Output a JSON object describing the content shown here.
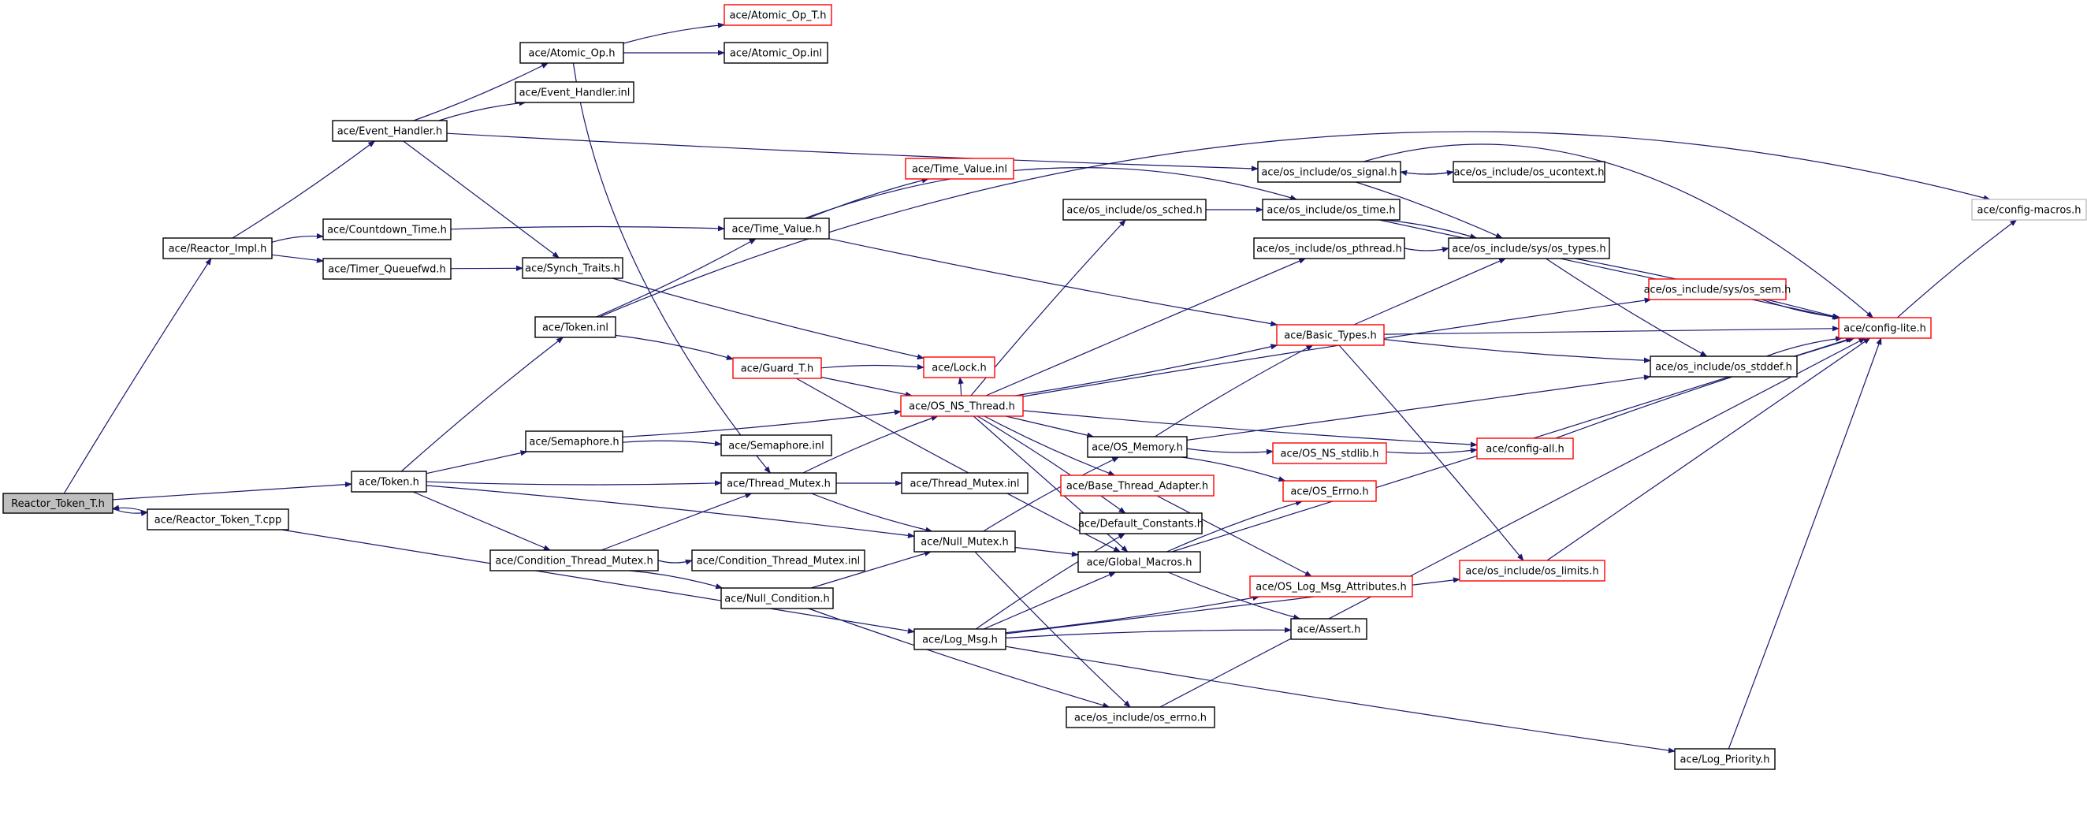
{
  "colors": {
    "edge": "#191970",
    "box_normal": "#000000",
    "box_missing": "#ff0000",
    "box_external": "#bfbfbf",
    "box_root_fill": "#bfbfbf"
  },
  "nodes": [
    {
      "id": "root",
      "label": "Reactor_Token_T.h",
      "kind": "root"
    },
    {
      "id": "rtcpp",
      "label": "ace/Reactor_Token_T.cpp",
      "kind": "normal"
    },
    {
      "id": "rimpl",
      "label": "ace/Reactor_Impl.h",
      "kind": "normal"
    },
    {
      "id": "evh",
      "label": "ace/Event_Handler.h",
      "kind": "normal"
    },
    {
      "id": "aop",
      "label": "ace/Atomic_Op.h",
      "kind": "normal"
    },
    {
      "id": "aopT",
      "label": "ace/Atomic_Op_T.h",
      "kind": "missing"
    },
    {
      "id": "aopinl",
      "label": "ace/Atomic_Op.inl",
      "kind": "normal"
    },
    {
      "id": "evhinl",
      "label": "ace/Event_Handler.inl",
      "kind": "normal"
    },
    {
      "id": "cdt",
      "label": "ace/Countdown_Time.h",
      "kind": "normal"
    },
    {
      "id": "tqf",
      "label": "ace/Timer_Queuefwd.h",
      "kind": "normal"
    },
    {
      "id": "token",
      "label": "ace/Token.h",
      "kind": "normal"
    },
    {
      "id": "tokinl",
      "label": "ace/Token.inl",
      "kind": "normal"
    },
    {
      "id": "synch",
      "label": "ace/Synch_Traits.h",
      "kind": "normal"
    },
    {
      "id": "sem",
      "label": "ace/Semaphore.h",
      "kind": "normal"
    },
    {
      "id": "ctm",
      "label": "ace/Condition_Thread_Mutex.h",
      "kind": "normal"
    },
    {
      "id": "tv",
      "label": "ace/Time_Value.h",
      "kind": "normal"
    },
    {
      "id": "tvinl",
      "label": "ace/Time_Value.inl",
      "kind": "missing"
    },
    {
      "id": "guard",
      "label": "ace/Guard_T.h",
      "kind": "missing"
    },
    {
      "id": "lock",
      "label": "ace/Lock.h",
      "kind": "missing"
    },
    {
      "id": "semi",
      "label": "ace/Semaphore.inl",
      "kind": "normal"
    },
    {
      "id": "tm",
      "label": "ace/Thread_Mutex.h",
      "kind": "normal"
    },
    {
      "id": "ctmi",
      "label": "ace/Condition_Thread_Mutex.inl",
      "kind": "normal"
    },
    {
      "id": "ncond",
      "label": "ace/Null_Condition.h",
      "kind": "normal"
    },
    {
      "id": "tmi",
      "label": "ace/Thread_Mutex.inl",
      "kind": "normal"
    },
    {
      "id": "nm",
      "label": "ace/Null_Mutex.h",
      "kind": "normal"
    },
    {
      "id": "lm",
      "label": "ace/Log_Msg.h",
      "kind": "normal"
    },
    {
      "id": "osns",
      "label": "ace/OS_NS_Thread.h",
      "kind": "missing"
    },
    {
      "id": "sched",
      "label": "ace/os_include/os_sched.h",
      "kind": "normal"
    },
    {
      "id": "osmem",
      "label": "ace/OS_Memory.h",
      "kind": "normal"
    },
    {
      "id": "bta",
      "label": "ace/Base_Thread_Adapter.h",
      "kind": "missing"
    },
    {
      "id": "dc",
      "label": "ace/Default_Constants.h",
      "kind": "normal"
    },
    {
      "id": "gm",
      "label": "ace/Global_Macros.h",
      "kind": "normal"
    },
    {
      "id": "oserrno",
      "label": "ace/os_include/os_errno.h",
      "kind": "normal"
    },
    {
      "id": "sig",
      "label": "ace/os_include/os_signal.h",
      "kind": "normal"
    },
    {
      "id": "ostime",
      "label": "ace/os_include/os_time.h",
      "kind": "normal"
    },
    {
      "id": "pth",
      "label": "ace/os_include/os_pthread.h",
      "kind": "normal"
    },
    {
      "id": "bt",
      "label": "ace/Basic_Types.h",
      "kind": "missing"
    },
    {
      "id": "stdlib",
      "label": "ace/OS_NS_stdlib.h",
      "kind": "missing"
    },
    {
      "id": "oserr",
      "label": "ace/OS_Errno.h",
      "kind": "missing"
    },
    {
      "id": "lma",
      "label": "ace/OS_Log_Msg_Attributes.h",
      "kind": "missing"
    },
    {
      "id": "assert",
      "label": "ace/Assert.h",
      "kind": "normal"
    },
    {
      "id": "lim",
      "label": "ace/os_include/os_limits.h",
      "kind": "missing"
    },
    {
      "id": "ucon",
      "label": "ace/os_include/os_ucontext.h",
      "kind": "normal"
    },
    {
      "id": "types",
      "label": "ace/os_include/sys/os_types.h",
      "kind": "normal"
    },
    {
      "id": "ossem",
      "label": "ace/os_include/sys/os_sem.h",
      "kind": "missing"
    },
    {
      "id": "stddef",
      "label": "ace/os_include/os_stddef.h",
      "kind": "normal"
    },
    {
      "id": "cfgall",
      "label": "ace/config-all.h",
      "kind": "missing"
    },
    {
      "id": "lp",
      "label": "ace/Log_Priority.h",
      "kind": "normal"
    },
    {
      "id": "cfglite",
      "label": "ace/config-lite.h",
      "kind": "missing"
    },
    {
      "id": "cfgmac",
      "label": "ace/config-macros.h",
      "kind": "external"
    }
  ],
  "edges": [
    [
      "root",
      "rimpl"
    ],
    [
      "root",
      "token"
    ],
    [
      "root",
      "rtcpp"
    ],
    [
      "rtcpp",
      "root"
    ],
    [
      "rtcpp",
      "lm"
    ],
    [
      "rimpl",
      "evh"
    ],
    [
      "rimpl",
      "cdt"
    ],
    [
      "rimpl",
      "tqf"
    ],
    [
      "evh",
      "aop"
    ],
    [
      "evh",
      "evhinl"
    ],
    [
      "evh",
      "synch"
    ],
    [
      "evh",
      "sig"
    ],
    [
      "aop",
      "aopT"
    ],
    [
      "aop",
      "aopinl"
    ],
    [
      "aop",
      "tm"
    ],
    [
      "cdt",
      "tv"
    ],
    [
      "tqf",
      "synch"
    ],
    [
      "synch",
      "lock"
    ],
    [
      "token",
      "tokinl"
    ],
    [
      "token",
      "sem"
    ],
    [
      "token",
      "tm"
    ],
    [
      "token",
      "nm"
    ],
    [
      "token",
      "ctm"
    ],
    [
      "tokinl",
      "tv"
    ],
    [
      "tokinl",
      "guard"
    ],
    [
      "tokinl",
      "cfgmac"
    ],
    [
      "sem",
      "osns"
    ],
    [
      "sem",
      "semi"
    ],
    [
      "ctm",
      "tm"
    ],
    [
      "ctm",
      "ctmi"
    ],
    [
      "ctm",
      "ncond"
    ],
    [
      "ncond",
      "nm"
    ],
    [
      "ncond",
      "oserrno"
    ],
    [
      "tv",
      "tvinl"
    ],
    [
      "tv",
      "ostime"
    ],
    [
      "tv",
      "bt"
    ],
    [
      "guard",
      "lock"
    ],
    [
      "guard",
      "osns"
    ],
    [
      "guard",
      "gm"
    ],
    [
      "tm",
      "osns"
    ],
    [
      "tm",
      "tmi"
    ],
    [
      "tm",
      "nm"
    ],
    [
      "nm",
      "osmem"
    ],
    [
      "nm",
      "gm"
    ],
    [
      "nm",
      "oserrno"
    ],
    [
      "lm",
      "dc"
    ],
    [
      "lm",
      "gm"
    ],
    [
      "lm",
      "lma"
    ],
    [
      "lm",
      "assert"
    ],
    [
      "lm",
      "lim"
    ],
    [
      "lm",
      "lp"
    ],
    [
      "osns",
      "sched"
    ],
    [
      "osns",
      "pth"
    ],
    [
      "osns",
      "bt"
    ],
    [
      "osns",
      "ossem"
    ],
    [
      "osns",
      "osmem"
    ],
    [
      "osns",
      "bta"
    ],
    [
      "osns",
      "dc"
    ],
    [
      "osns",
      "gm"
    ],
    [
      "osns",
      "cfgall"
    ],
    [
      "osns",
      "lock"
    ],
    [
      "sched",
      "ostime"
    ],
    [
      "pth",
      "types"
    ],
    [
      "osmem",
      "bt"
    ],
    [
      "osmem",
      "stddef"
    ],
    [
      "osmem",
      "stdlib"
    ],
    [
      "osmem",
      "oserr"
    ],
    [
      "bta",
      "lma"
    ],
    [
      "gm",
      "assert"
    ],
    [
      "gm",
      "oserr"
    ],
    [
      "gm",
      "cfglite"
    ],
    [
      "stdlib",
      "cfgall"
    ],
    [
      "cfgall",
      "cfglite"
    ],
    [
      "oserrno",
      "cfglite"
    ],
    [
      "sig",
      "ucon"
    ],
    [
      "sig",
      "types"
    ],
    [
      "sig",
      "cfglite"
    ],
    [
      "ucon",
      "sig"
    ],
    [
      "ostime",
      "types"
    ],
    [
      "ostime",
      "cfglite"
    ],
    [
      "types",
      "stddef"
    ],
    [
      "types",
      "cfglite"
    ],
    [
      "bt",
      "types"
    ],
    [
      "bt",
      "stddef"
    ],
    [
      "bt",
      "lim"
    ],
    [
      "bt",
      "cfglite"
    ],
    [
      "ossem",
      "cfglite"
    ],
    [
      "stddef",
      "cfglite"
    ],
    [
      "lim",
      "cfglite"
    ],
    [
      "lp",
      "cfglite"
    ],
    [
      "cfglite",
      "cfgmac"
    ]
  ]
}
